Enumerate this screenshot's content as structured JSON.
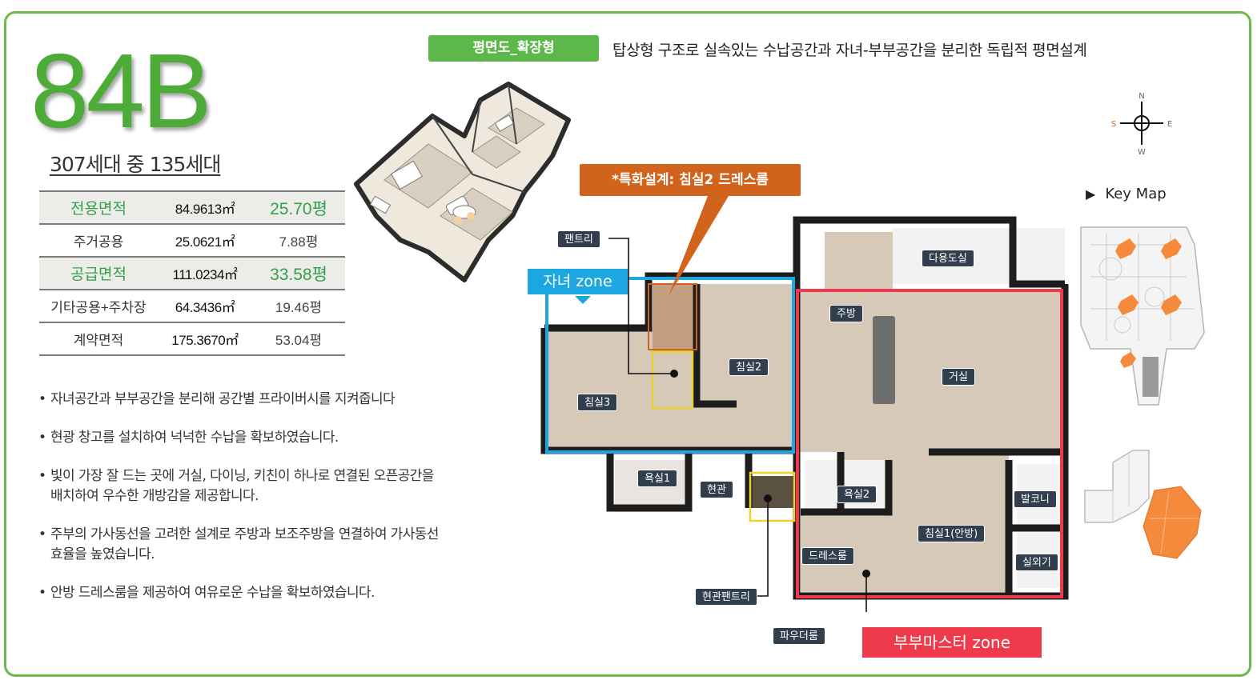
{
  "unit": {
    "title": "84B",
    "household": "307세대 중 135세대"
  },
  "areas": [
    {
      "label": "전용면적",
      "m2": "84.9613㎡",
      "pyeong": "25.70평",
      "highlight": true
    },
    {
      "label": "주거공용",
      "m2": "25.0621㎡",
      "pyeong": "7.88평",
      "highlight": false
    },
    {
      "label": "공급면적",
      "m2": "111.0234㎡",
      "pyeong": "33.58평",
      "highlight": true
    },
    {
      "label": "기타공용+주차장",
      "m2": "64.3436㎡",
      "pyeong": "19.46평",
      "highlight": false
    },
    {
      "label": "계약면적",
      "m2": "175.3670㎡",
      "pyeong": "53.04평",
      "highlight": false
    }
  ],
  "features": [
    "자녀공간과 부부공간을 분리해 공간별 프라이버시를 지켜줍니다",
    "현광 창고를 설치하여 넉넉한 수납을 확보하였습니다.",
    "빛이 가장 잘 드는 곳에 거실, 다이닝, 키친이 하나로 연결된 오픈공간을 배치하여 우수한 개방감을 제공합니다.",
    "주부의 가사동선을 고려한 설계로 주방과 보조주방을 연결하여 가사동선 효율을 높였습니다.",
    "안방 드레스룸을 제공하여 여유로운 수납을 확보하였습니다."
  ],
  "plan": {
    "badge": "평면도_확장형",
    "description": "탑상형 구조로 실속있는 수납공간과 자녀-부부공간을 분리한 독립적 평면설계"
  },
  "compass": {
    "n": "N",
    "s": "S",
    "e": "E",
    "w": "W"
  },
  "keymap": {
    "title": "Key Map"
  },
  "callouts": {
    "special": "*특화설계: 침실2 드레스룸",
    "kids_zone": "자녀 zone",
    "master_zone": "부부마스터 zone"
  },
  "rooms": {
    "pantry": "팬트리",
    "utility": "다용도실",
    "kitchen": "주방",
    "bedroom2": "침실2",
    "living": "거실",
    "bedroom3": "침실3",
    "bath1": "욕실1",
    "entrance": "현관",
    "bath2": "욕실2",
    "balcony": "발코니",
    "bedroom1": "침실1(안방)",
    "dressroom": "드레스룸",
    "outdoor_unit": "실외기",
    "entrance_pantry": "현관팬트리",
    "powder_room": "파우더룸"
  },
  "colors": {
    "brand_green": "#4dab38",
    "kids_zone": "#1ca7e0",
    "master_zone": "#ee3a4b",
    "callout": "#d2631c",
    "keymap_highlight": "#f58a3c"
  }
}
